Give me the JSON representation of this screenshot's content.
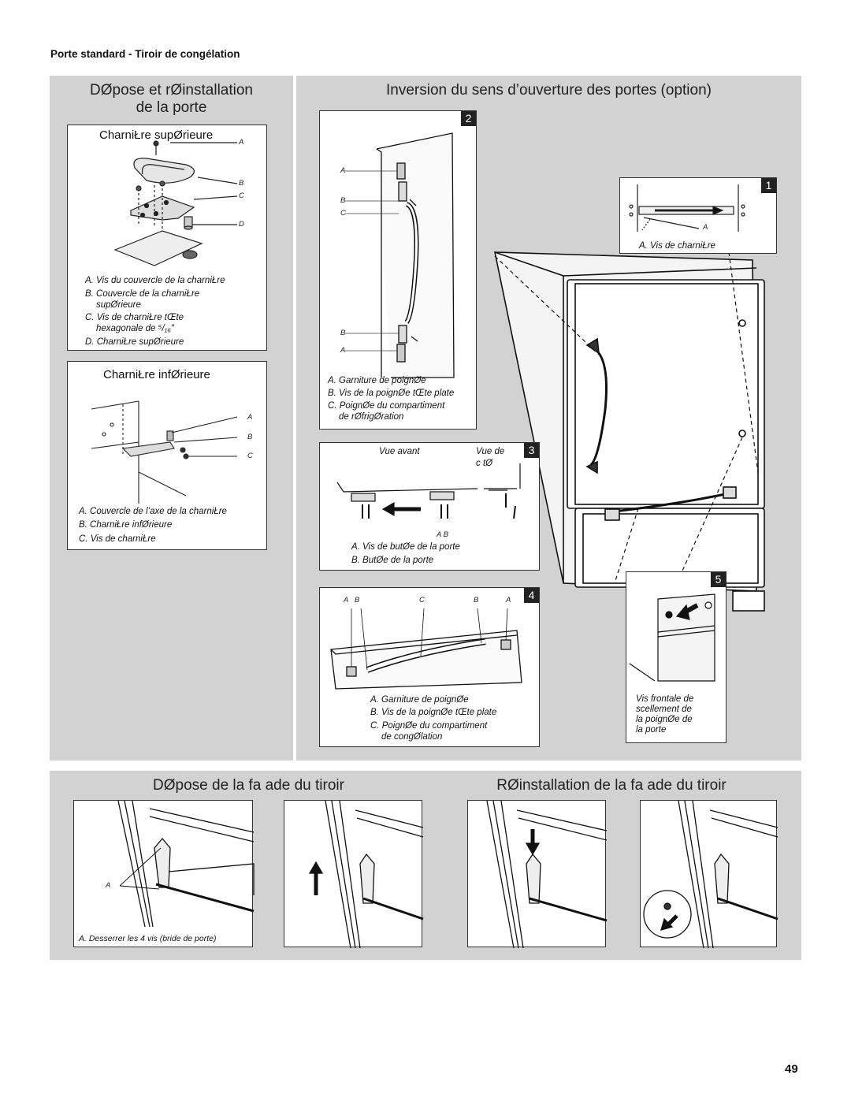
{
  "header": {
    "title": "Porte standard - Tiroir de congélation"
  },
  "left": {
    "title1": "DØpose et rØinstallation",
    "title2": "de la porte",
    "top_hinge": {
      "title": "CharniŁre supØrieure",
      "labels": [
        "A",
        "B",
        "C",
        "D"
      ],
      "cap_a": "A. Vis du couvercle de la charniŁre",
      "cap_b1": "B. Couvercle de la charniŁre",
      "cap_b2": "supØrieure",
      "cap_c1": "C. Vis de charniŁre   tŒte",
      "cap_c2": "hexagonale de ⁵/₁₆\"",
      "cap_d": "D. CharniŁre supØrieure"
    },
    "bottom_hinge": {
      "title": "CharniŁre infØrieure",
      "labels": [
        "A",
        "B",
        "C"
      ],
      "cap_a": "A. Couvercle de l’axe de la charniŁre",
      "cap_b": "B. CharniŁre infØrieure",
      "cap_c": "C. Vis de charniŁre"
    }
  },
  "right": {
    "title": "Inversion du sens d’ouverture des portes (option)",
    "step1": {
      "num": "1",
      "label_a": "A",
      "cap": "A. Vis de charniŁre"
    },
    "step2": {
      "num": "2",
      "labels": [
        "A",
        "B",
        "C",
        "B",
        "A"
      ],
      "cap_a": "A. Garniture de poignØe",
      "cap_b": "B. Vis de la poignØe   tŒte plate",
      "cap_c1": "C. PoignØe du compartiment",
      "cap_c2": "de rØfrigØration"
    },
    "step3": {
      "num": "3",
      "front": "Vue avant",
      "side1": "Vue de",
      "side2": "c tØ",
      "ab": "A  B",
      "cap_a": "A. Vis de butØe de la porte",
      "cap_b": "B. ButØe de la porte"
    },
    "step4": {
      "num": "4",
      "labels": [
        "A",
        "B",
        "C",
        "B",
        "A"
      ],
      "cap_a": "A. Garniture de poignØe",
      "cap_b": "B. Vis de la poignØe   tŒte plate",
      "cap_c1": "C. PoignØe du compartiment",
      "cap_c2": "de congØlation"
    },
    "step5": {
      "num": "5",
      "cap1": "Vis frontale de",
      "cap2": "scellement  de",
      "cap3": "la poignØe de",
      "cap4": "la porte"
    }
  },
  "bottom": {
    "title_left": "DØpose de la fa ade du tiroir",
    "title_right": "RØinstallation de la fa ade du tiroir",
    "label_a": "A",
    "cap": "A. Desserrer les 4 vis (bride de porte)"
  },
  "page_number": "49"
}
